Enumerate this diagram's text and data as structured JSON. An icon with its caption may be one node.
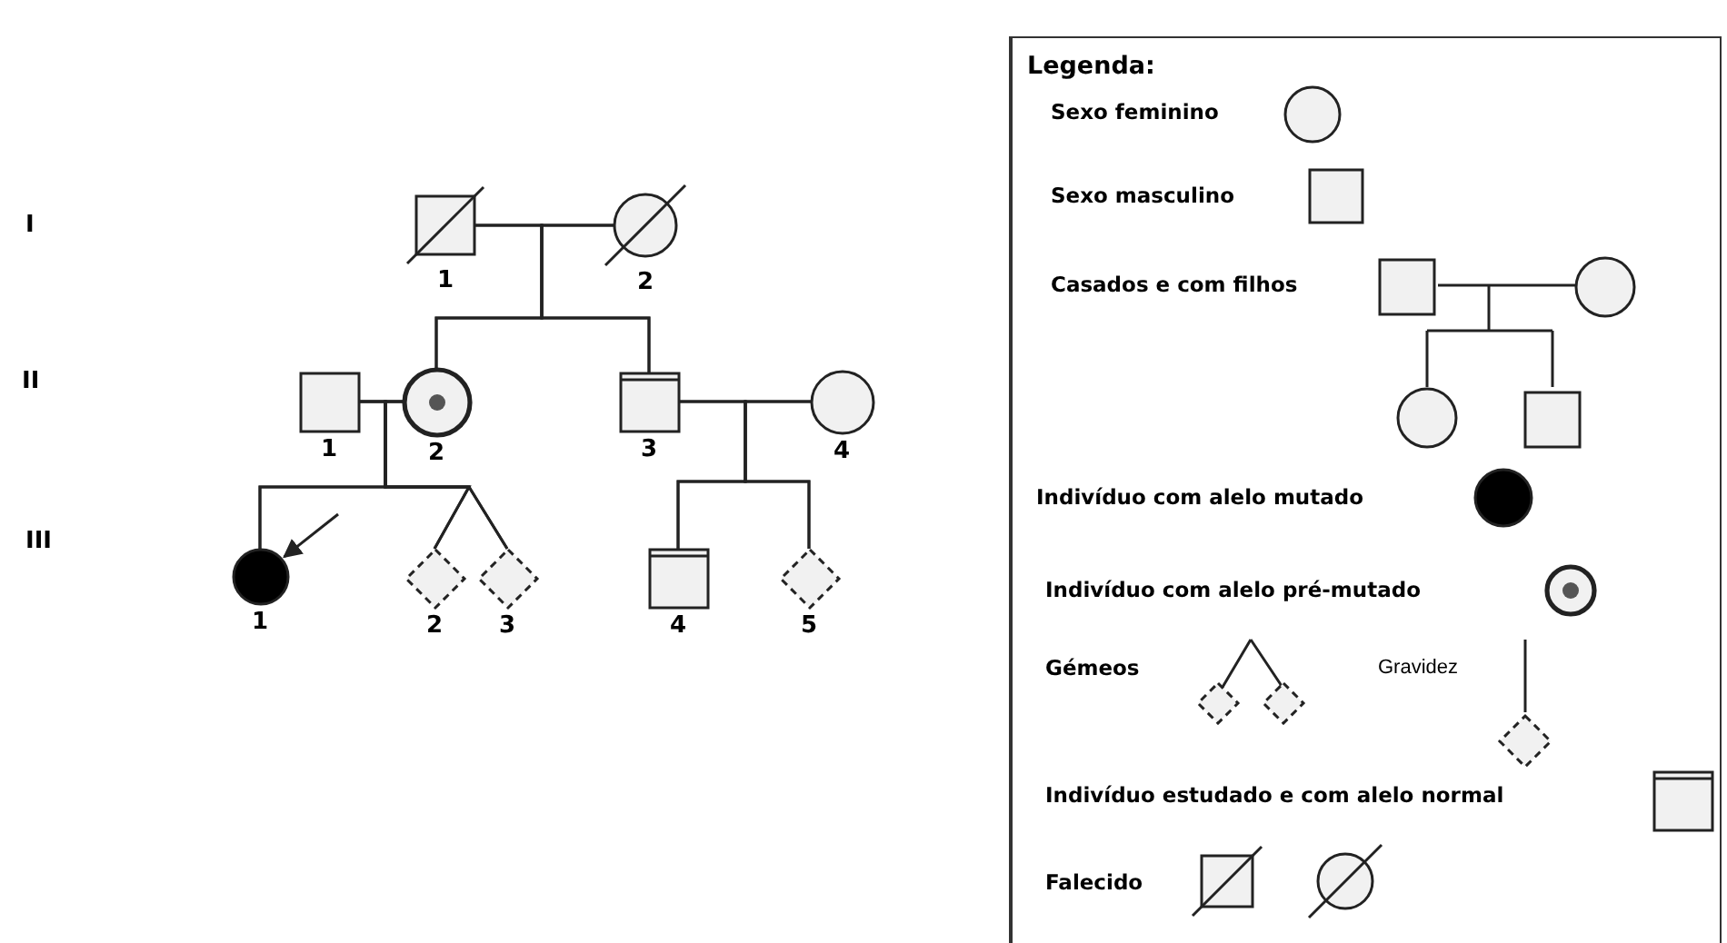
{
  "diagram": {
    "nodes": [
      {
        "text": [],
        "shape": "box",
        "beside": [
          "1"
        ]
      },
      {
        "text": [],
        "shape": "circle",
        "beside": [
          "2"
        ]
      },
      {
        "text": [],
        "shape": "box",
        "beside": [
          "1"
        ]
      },
      {
        "text": [],
        "shape": "circle",
        "beside": [
          "2"
        ]
      },
      {
        "text": [],
        "shape": "box",
        "beside": [
          "3"
        ]
      },
      {
        "text": [],
        "shape": "circle",
        "beside": [
          "4"
        ]
      },
      {
        "text": [],
        "shape": "circle",
        "beside": [
          "1"
        ]
      },
      {
        "text": [],
        "shape": "diamond",
        "beside": [
          "2"
        ]
      },
      {
        "text": [],
        "shape": "diamond",
        "beside": [
          "3"
        ]
      },
      {
        "text": [],
        "shape": "box",
        "beside": [
          "4"
        ]
      },
      {
        "text": [],
        "shape": "diamond",
        "beside": [
          "5"
        ]
      }
    ],
    "edges": [
      {
        "from": 0,
        "to": 3,
        "arrow": "none"
      },
      {
        "from": 1,
        "to": 3,
        "arrow": "none"
      },
      {
        "from": 0,
        "to": 4,
        "arrow": "none"
      },
      {
        "from": 1,
        "to": 4,
        "arrow": "none"
      },
      {
        "from": 2,
        "to": 6,
        "arrow": "none"
      },
      {
        "from": 3,
        "to": 6,
        "arrow": "none"
      },
      {
        "from": 2,
        "to": 7,
        "arrow": "none"
      },
      {
        "from": 3,
        "to": 7,
        "arrow": "none"
      },
      {
        "from": 2,
        "to": 8,
        "arrow": "none"
      },
      {
        "from": 3,
        "to": 8,
        "arrow": "none"
      },
      {
        "from": 4,
        "to": 9,
        "arrow": "none"
      },
      {
        "from": 5,
        "to": 9,
        "arrow": "none"
      },
      {
        "from": 4,
        "to": 10,
        "arrow": "none"
      },
      {
        "from": 5,
        "to": 10,
        "arrow": "none"
      },
      {
        "from": null,
        "to": 6,
        "arrow": "to"
      }
    ],
    "labels": [
      "I",
      "II",
      "III",
      "Legenda:"
    ],
    "legend": [
      {
        "text": "Sexo feminino"
      },
      {
        "text": "Sexo masculino"
      },
      {
        "text": "Casados e com filhos"
      },
      {
        "text": "Indivíduo com alelo mutado"
      },
      {
        "text": "Indivíduo com alelo pré-mutado"
      },
      {
        "text": "Gémeos"
      },
      {
        "text": "Gravidez"
      },
      {
        "text": "Indivíduo estudado e com alelo normal"
      },
      {
        "text": "Falecido"
      }
    ]
  }
}
